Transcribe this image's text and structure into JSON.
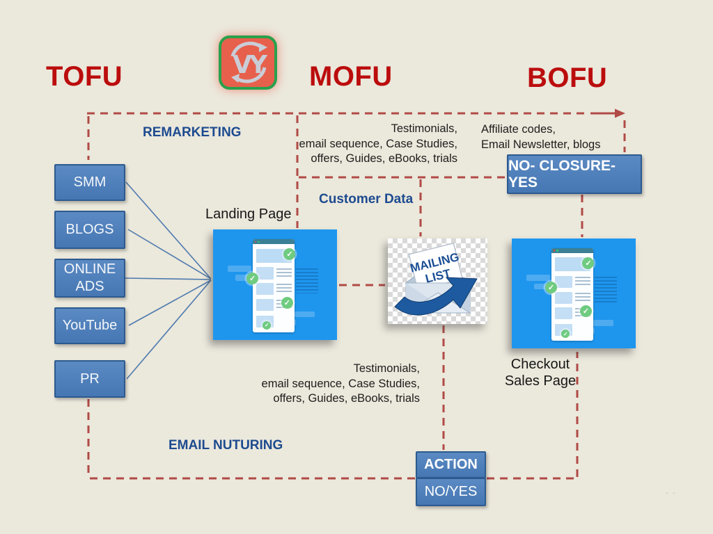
{
  "header": {
    "tofu": "TOFU",
    "mofu": "MOFU",
    "bofu": "BOFU"
  },
  "logo": {
    "monogram": "VY"
  },
  "labels": {
    "remarketing": "REMARKETING",
    "customer_data": "Customer Data",
    "email_nurturing": "EMAIL NUTURING",
    "landing_page": "Landing Page",
    "checkout": [
      "Checkout",
      "Sales Page"
    ]
  },
  "channels": [
    "SMM",
    "BLOGS",
    "ONLINE ADS",
    "YouTube",
    "PR"
  ],
  "text_blocks": {
    "mofu_top": [
      "Testimonials,",
      "email sequence, Case Studies,",
      "offers, Guides, eBooks, trials"
    ],
    "bofu_top": [
      "Affiliate codes,",
      "Email Newsletter, blogs"
    ],
    "mofu_bottom": [
      "Testimonials,",
      "email sequence, Case Studies,",
      "offers, Guides, eBooks, trials"
    ]
  },
  "nodes": {
    "closure": "NO- CLOSURE-YES",
    "action": "ACTION",
    "no_yes": "NO/YES"
  },
  "mailing_list": {
    "line1": "MAILING",
    "line2": "LIST"
  },
  "watermark": "- -",
  "colors": {
    "background": "#ebe8dc",
    "heading_red": "#bb0d0d",
    "dashed_line": "#b04a45",
    "box_blue": "#4e81bd",
    "box_border": "#2d5a8e",
    "label_blue": "#1d4b8f",
    "image_blue": "#1e96ee",
    "logo_fill": "#e7604c",
    "logo_border": "#2aa14d",
    "mailing_arrow_blue": "#1d5aa0"
  }
}
